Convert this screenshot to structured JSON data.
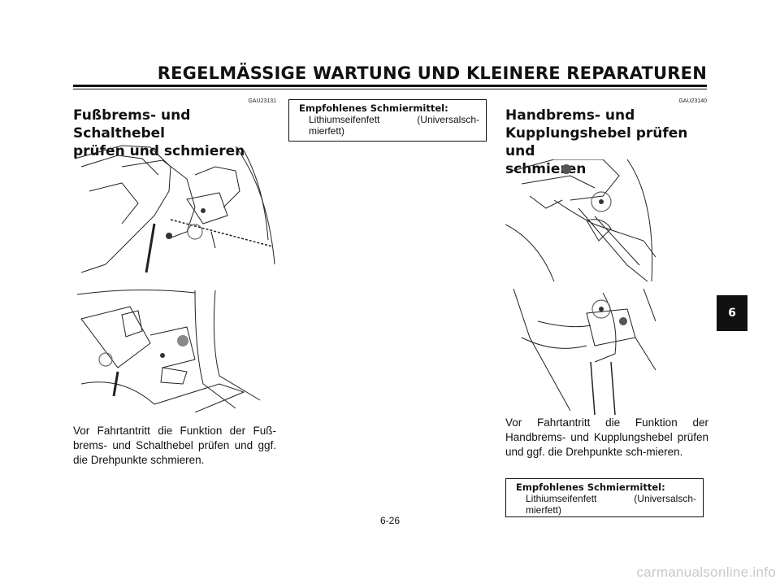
{
  "header": {
    "title": "REGELMÄSSIGE WARTUNG UND KLEINERE REPARATUREN"
  },
  "left": {
    "code": "GAU23131",
    "title_line1": "Fußbrems- und Schalthebel",
    "title_line2": "prüfen und schmieren",
    "paragraph": "Vor Fahrtantritt die Funktion der Fuß-brems- und Schalthebel prüfen und ggf. die Drehpunkte schmieren."
  },
  "middle": {
    "lube_title": "Empfohlenes Schmiermittel:",
    "lube_text": "Lithiumseifenfett (Universalsch-mierfett)"
  },
  "right": {
    "code": "GAU23140",
    "title_line1": "Handbrems- und",
    "title_line2": "Kupplungshebel prüfen und",
    "title_line3": "schmieren",
    "paragraph": "Vor Fahrtantritt die Funktion der Handbrems- und Kupplungshebel prüfen und ggf. die Drehpunkte sch-mieren.",
    "lube_title": "Empfohlenes Schmiermittel:",
    "lube_text": "Lithiumseifenfett (Universalsch-mierfett)"
  },
  "side_tab": "6",
  "page_number": "6-26",
  "watermark": "carmanualsonline.info",
  "figures": {
    "fig1": "brake-pedal-illustration",
    "fig2": "shift-pedal-illustration",
    "fig3": "brake-lever-illustration",
    "fig4": "clutch-lever-illustration"
  }
}
